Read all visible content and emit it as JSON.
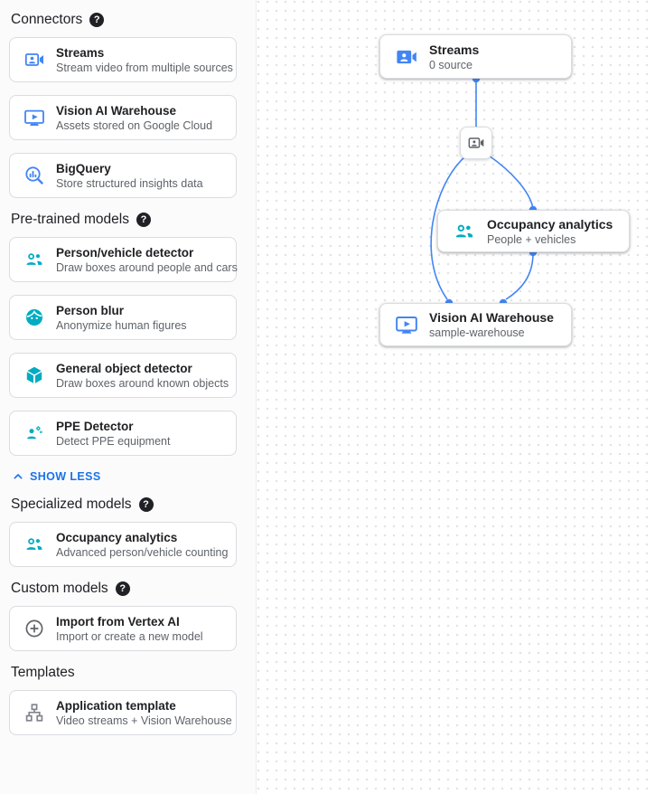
{
  "icons": {
    "help_glyph": "?"
  },
  "colors": {
    "connector_blue": "#4285f4",
    "model_teal": "#00acc1",
    "link_blue": "#1a73e8",
    "edge_blue": "#4285f4",
    "gray_icon": "#5f6368"
  },
  "sidebar": {
    "show_less_label": "SHOW LESS",
    "sections": [
      {
        "heading": "Connectors",
        "items": [
          {
            "icon": "video-camera-icon",
            "title": "Streams",
            "subtitle": "Stream video from multiple sources"
          },
          {
            "icon": "smart-display-icon",
            "title": "Vision AI Warehouse",
            "subtitle": "Assets stored on Google Cloud"
          },
          {
            "icon": "bigquery-icon",
            "title": "BigQuery",
            "subtitle": "Store structured insights data"
          }
        ]
      },
      {
        "heading": "Pre-trained models",
        "items": [
          {
            "icon": "people-icon",
            "title": "Person/vehicle detector",
            "subtitle": "Draw boxes around people and cars"
          },
          {
            "icon": "face-icon",
            "title": "Person blur",
            "subtitle": "Anonymize human figures"
          },
          {
            "icon": "cube-icon",
            "title": "General object detector",
            "subtitle": "Draw boxes around known objects"
          },
          {
            "icon": "ppe-icon",
            "title": "PPE Detector",
            "subtitle": "Detect PPE equipment"
          }
        ]
      },
      {
        "heading": "Specialized models",
        "items": [
          {
            "icon": "people-icon",
            "title": "Occupancy analytics",
            "subtitle": "Advanced person/vehicle counting"
          }
        ]
      },
      {
        "heading": "Custom models",
        "items": [
          {
            "icon": "add-circle-icon",
            "title": "Import from Vertex AI",
            "subtitle": "Import or create a new model"
          }
        ]
      },
      {
        "heading": "Templates",
        "items": [
          {
            "icon": "schema-icon",
            "title": "Application template",
            "subtitle": "Video streams + Vision Warehouse"
          }
        ]
      }
    ]
  },
  "canvas": {
    "nodes": {
      "streams": {
        "title": "Streams",
        "subtitle": "0 source"
      },
      "occupancy": {
        "title": "Occupancy analytics",
        "subtitle": "People + vehicles"
      },
      "warehouse": {
        "title": "Vision AI Warehouse",
        "subtitle": "sample-warehouse"
      }
    }
  }
}
